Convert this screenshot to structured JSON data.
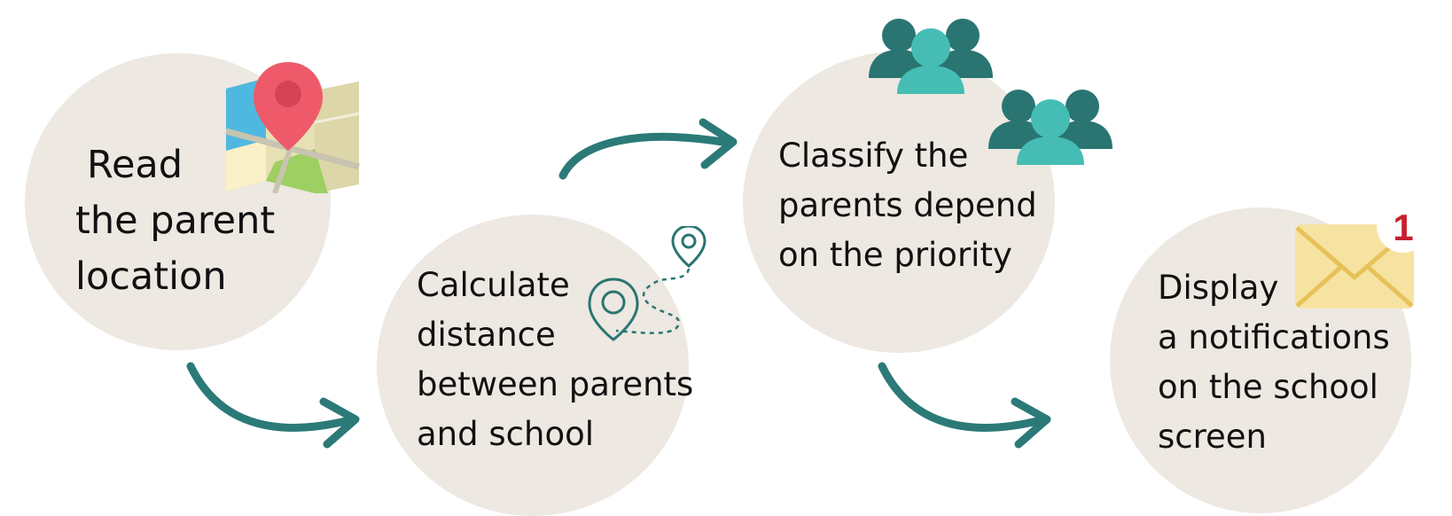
{
  "steps": [
    {
      "lines": [
        "Read",
        "the parent",
        "location"
      ],
      "icon": "map-pin-icon"
    },
    {
      "lines": [
        "Calculate",
        "distance",
        "between parents",
        "and school"
      ],
      "icon": "route-icon"
    },
    {
      "lines": [
        "Classify the",
        "parents depend",
        "on the priority"
      ],
      "icon": "user-group-icon"
    },
    {
      "lines": [
        "Display",
        "a notifications",
        "on the school",
        "screen"
      ],
      "icon": "mail-icon"
    }
  ],
  "notification_badge": "1",
  "colors": {
    "circle": "#ede8e1",
    "arrow": "#2b7a78",
    "teal_dark": "#2a7572",
    "teal_light": "#45bdb5",
    "pin_red": "#ee5a6a",
    "envelope": "#f6e3a2",
    "badge_red": "#c7202f"
  }
}
